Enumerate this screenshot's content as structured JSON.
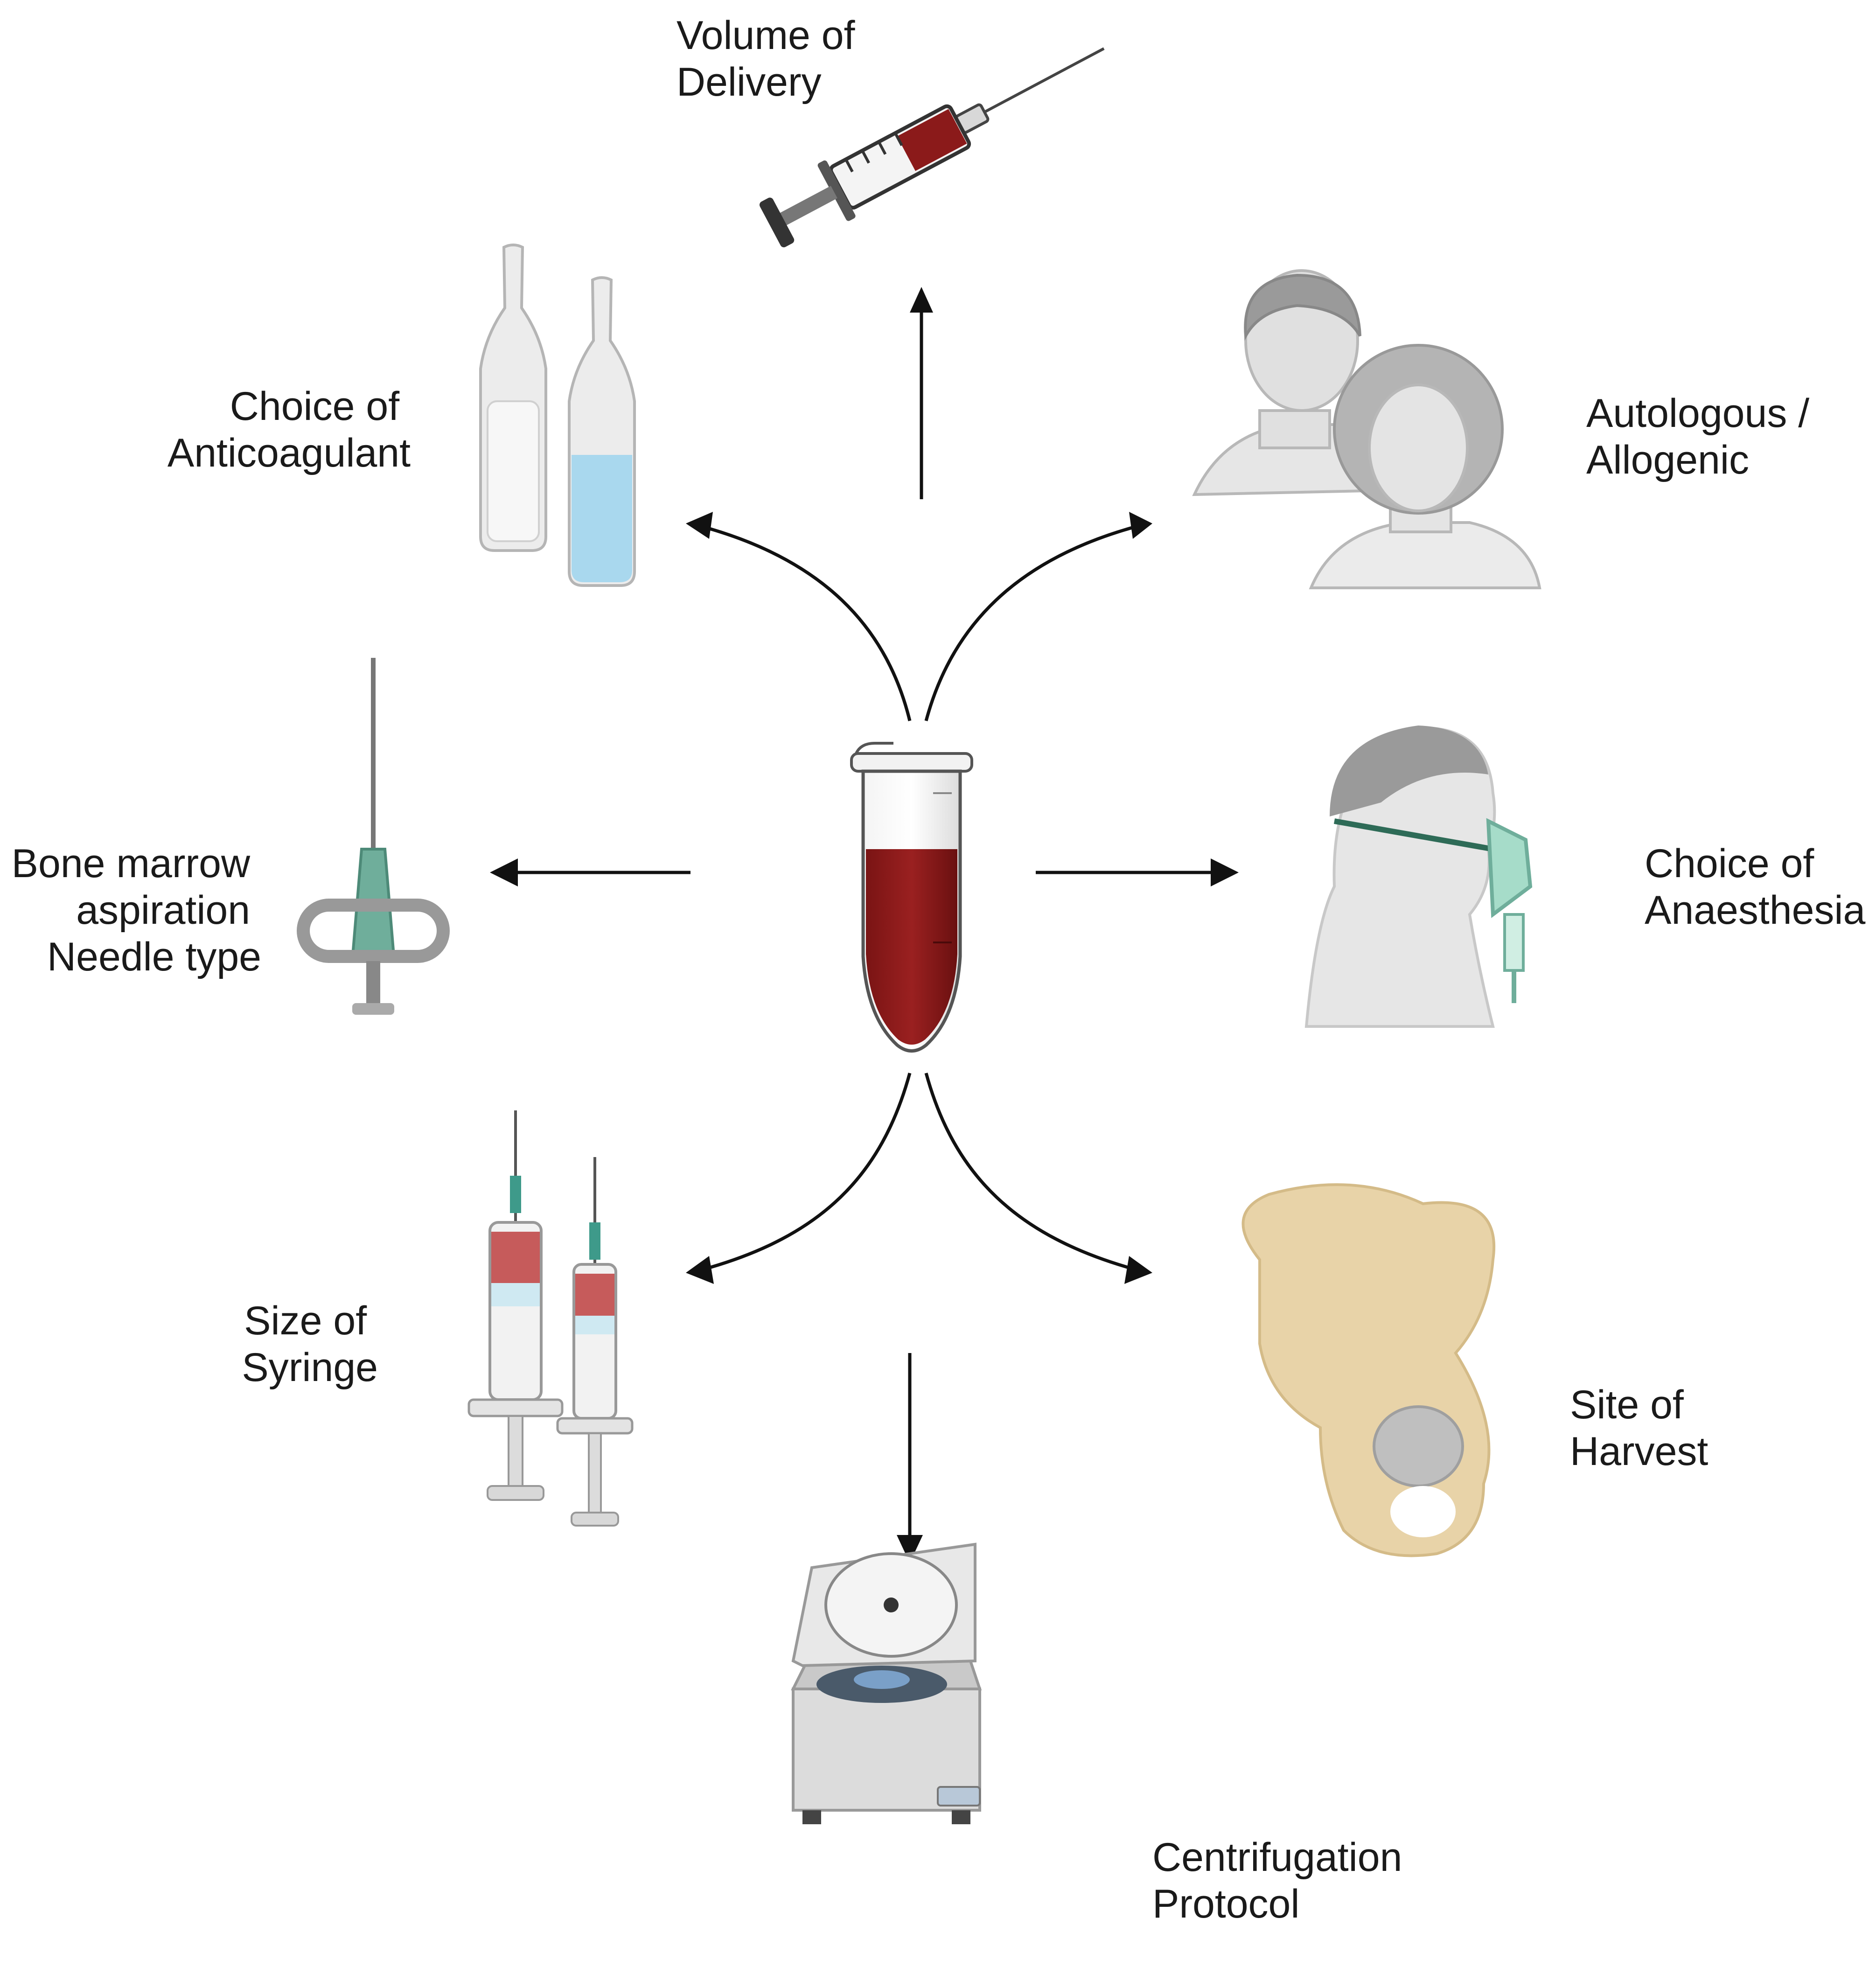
{
  "center": {
    "item": "blood-filled microcentrifuge tube"
  },
  "factors": [
    {
      "id": "volume",
      "lines": [
        "Volume of",
        "Delivery"
      ]
    },
    {
      "id": "anticoagulant",
      "lines": [
        "Choice of",
        "Anticoagulant"
      ]
    },
    {
      "id": "donor",
      "lines": [
        "Autologous /",
        "Allogenic"
      ]
    },
    {
      "id": "needle",
      "lines": [
        "Bone marrow",
        "aspiration",
        "Needle type"
      ]
    },
    {
      "id": "anaesthesia",
      "lines": [
        "Choice of",
        "Anaesthesia"
      ]
    },
    {
      "id": "syringe",
      "lines": [
        "Size of",
        "Syringe"
      ]
    },
    {
      "id": "harvest",
      "lines": [
        "Site of",
        "Harvest"
      ]
    },
    {
      "id": "centrifugation",
      "lines": [
        "Centrifugation",
        "Protocol"
      ]
    }
  ],
  "colors": {
    "blood": "#8b1a1a",
    "vial_liquid": "#a9d8ee",
    "needle_green": "#6fae9b",
    "bone": "#e8d3a8",
    "skin_gray": "#d4d4d4",
    "arrow": "#111111"
  }
}
